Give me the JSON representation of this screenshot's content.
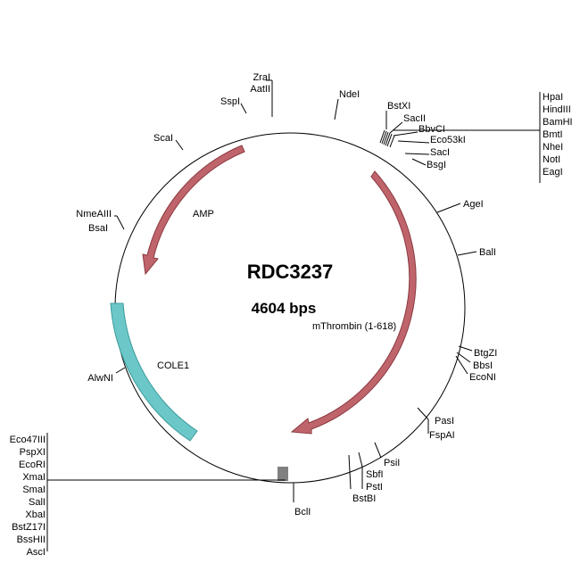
{
  "plasmid": {
    "name": "RDC3237",
    "size_label": "4604 bps"
  },
  "features": [
    {
      "label": "AMP",
      "type": "arrow",
      "color": "#c0646b",
      "stroke": "#8a3a40"
    },
    {
      "label": "mThrombin (1-618)",
      "type": "arrow",
      "color": "#c0646b",
      "stroke": "#8a3a40"
    },
    {
      "label": "COLE1",
      "type": "box",
      "color": "#6cc8c8",
      "stroke": "#3a9a9a"
    }
  ],
  "sites": {
    "zral": "ZraI",
    "aatii": "AatII",
    "sspi": "SspI",
    "ndei": "NdeI",
    "scai": "ScaI",
    "bstxi": "BstXI",
    "sacii": "SacII",
    "bbvci": "BbvCI",
    "eco53ki": "Eco53kI",
    "saci": "SacI",
    "bsgi": "BsgI",
    "agei": "AgeI",
    "bali": "BalI",
    "btgzi": "BtgZI",
    "bbsi": "BbsI",
    "econi": "EcoNI",
    "pasi": "PasI",
    "fspai": "FspAI",
    "psii": "PsiI",
    "sbfi": "SbfI",
    "psti": "PstI",
    "bstbi": "BstBI",
    "bcli": "BclI",
    "nmeaiii": "NmeAIII",
    "bsai": "BsaI",
    "alwni": "AlwNI"
  },
  "site_groups": {
    "right": [
      "HpaI",
      "HindIII",
      "BamHI",
      "BmtI",
      "NheI",
      "NotI",
      "EagI"
    ],
    "left": [
      "Eco47III",
      "PspXI",
      "EcoRI",
      "XmaI",
      "SmaI",
      "SalI",
      "XbaI",
      "BstZ17I",
      "BssHII",
      "AscI"
    ]
  }
}
